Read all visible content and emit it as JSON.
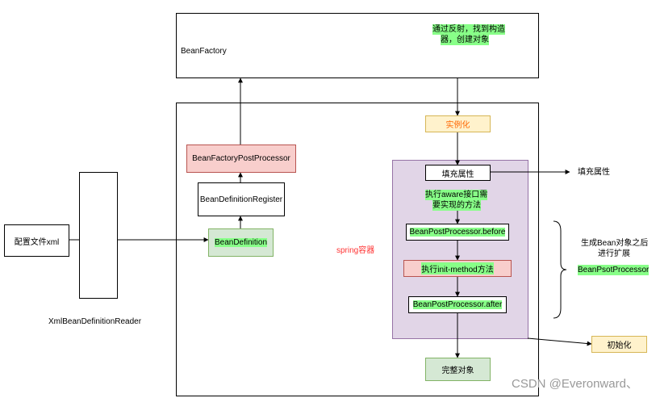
{
  "diagram": {
    "bean_factory": "BeanFactory",
    "reflection_note_line1": "通过反射，找到构造",
    "reflection_note_line2": "器，创建对象",
    "bean_factory_post_processor": "BeanFactoryPostProcessor",
    "bean_definition_register": "BeanDefinitionRegister",
    "bean_definition": "BeanDefinition",
    "config_xml": "配置文件xml",
    "xml_reader": "XmlBeanDefinitionReader",
    "spring_container": "spring容器",
    "instantiate": "实例化",
    "fill_properties": "填充属性",
    "fill_properties_side": "填充属性",
    "aware_line1": "执行aware接口需",
    "aware_line2": "要实现的方法",
    "bpp_before": "BeanPostProcessor.before",
    "init_method": "执行init-method方法",
    "bpp_after": "BeanPostProcessor.after",
    "complete_object": "完整对象",
    "initialize": "初始化",
    "extension_line1": "生成Bean对象之后",
    "extension_line2": "进行扩展",
    "bean_psot_processor": "BeanPsotProcessor"
  },
  "colors": {
    "pink_fill": "#f8cecc",
    "pink_border": "#b85450",
    "green_fill": "#d5e8d4",
    "green_border": "#82b366",
    "yellow_fill": "#fff2cc",
    "yellow_border": "#d6b656",
    "purple_fill": "#e1d5e7",
    "purple_border": "#9673a6",
    "highlight": "#88ff88",
    "spring_label": "#ff3333",
    "instantiate_text": "#ff6600"
  },
  "watermark": "CSDN @Everonward、"
}
